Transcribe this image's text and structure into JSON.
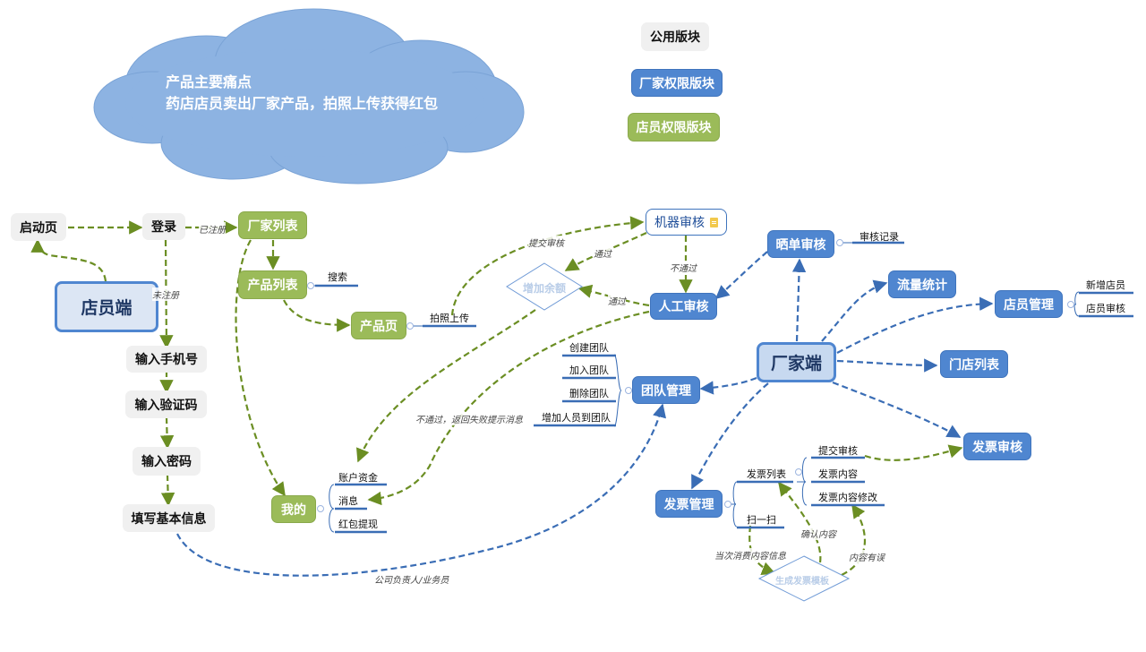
{
  "legend": {
    "public": "公用版块",
    "vendor": "厂家权限版块",
    "staff": "店员权限版块"
  },
  "cloud": {
    "line1": "产品主要痛点",
    "line2": "药店店员卖出厂家产品，拍照上传获得红包"
  },
  "nodes": {
    "splash": "启动页",
    "login": "登录",
    "staff_root": "店员端",
    "vendor_list": "厂家列表",
    "product_list": "产品列表",
    "product_page": "产品页",
    "mine": "我的",
    "input_phone": "输入手机号",
    "input_code": "输入验证码",
    "input_password": "输入密码",
    "fill_info": "填写基本信息",
    "machine_review": "机器审核",
    "manual_review": "人工审核",
    "add_balance": "增加余额",
    "team_mgmt": "团队管理",
    "vendor_root": "厂家端",
    "showcase_review": "晒单审核",
    "traffic_stats": "流量统计",
    "staff_mgmt": "店员管理",
    "store_list": "门店列表",
    "invoice_review": "发票审核",
    "invoice_mgmt": "发票管理",
    "gen_invoice_template": "生成发票模板"
  },
  "leaves": {
    "search": "搜索",
    "photo_upload": "拍照上传",
    "account_funds": "账户资金",
    "messages": "消息",
    "red_packet_withdraw": "红包提现",
    "create_team": "创建团队",
    "join_team": "加入团队",
    "delete_team": "删除团队",
    "add_member_to_team": "增加人员到团队",
    "review_records": "审核记录",
    "add_staff": "新增店员",
    "staff_review": "店员审核",
    "invoice_list": "发票列表",
    "scan": "扫一扫",
    "submit_review": "提交审核",
    "invoice_content": "发票内容",
    "invoice_content_edit": "发票内容修改"
  },
  "edge_labels": {
    "registered": "已注册",
    "not_registered": "未注册",
    "submit_review": "提交审核",
    "passed_1": "通过",
    "not_passed": "不通过",
    "passed_2": "通过",
    "fail_return": "不通过，返回失败提示消息",
    "company_owner": "公司负责人/业务员",
    "current_consumption": "当次消费内容信息",
    "confirm_content": "确认内容",
    "content_error": "内容有误"
  },
  "colors": {
    "green_edge": "#6b8e23",
    "blue_edge": "#3a6db5",
    "green_node": "#9bbb59",
    "blue_node": "#4f86d0",
    "gray_node": "#f0f0f0",
    "cloud": "#8db3e2"
  }
}
